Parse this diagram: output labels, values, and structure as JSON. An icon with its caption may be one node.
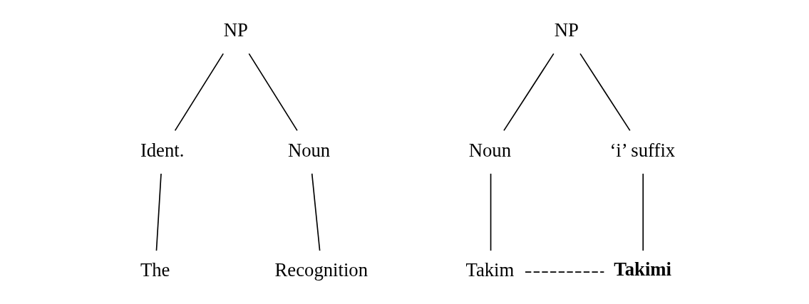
{
  "diagram": {
    "nodes": [
      {
        "text": [
          "NP"
        ]
      },
      {
        "text": [
          "Ident."
        ]
      },
      {
        "text": [
          "Noun"
        ]
      },
      {
        "text": [
          "The"
        ]
      },
      {
        "text": [
          "Recognition"
        ]
      },
      {
        "text": [
          "NP"
        ]
      },
      {
        "text": [
          "Noun"
        ]
      },
      {
        "text": [
          "‘i’ suffix"
        ]
      },
      {
        "text": [
          "Takim"
        ]
      },
      {
        "text": [
          "Takimi"
        ]
      }
    ],
    "edges": [
      {
        "from": 0,
        "to": 1,
        "arrow": "none"
      },
      {
        "from": 0,
        "to": 2,
        "arrow": "none"
      },
      {
        "from": 1,
        "to": 3,
        "arrow": "none"
      },
      {
        "from": 2,
        "to": 4,
        "arrow": "none"
      },
      {
        "from": 5,
        "to": 6,
        "arrow": "none"
      },
      {
        "from": 5,
        "to": 7,
        "arrow": "none"
      },
      {
        "from": 6,
        "to": 8,
        "arrow": "none"
      },
      {
        "from": 7,
        "to": 9,
        "arrow": "none"
      },
      {
        "from": 8,
        "to": 9,
        "arrow": "none",
        "style": "dashed"
      }
    ]
  }
}
